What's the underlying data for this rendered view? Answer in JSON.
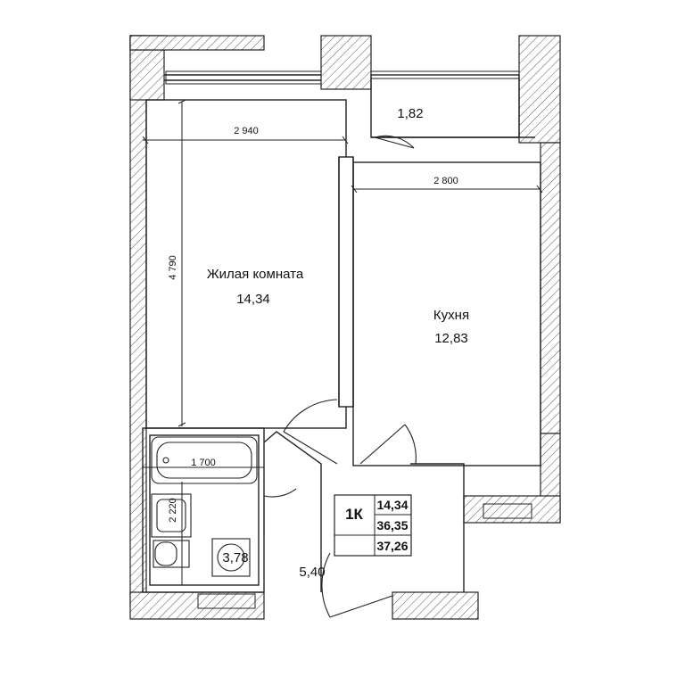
{
  "rooms": {
    "living": {
      "name": "Жилая комната",
      "area": "14,34"
    },
    "kitchen": {
      "name": "Кухня",
      "area": "12,83"
    },
    "balcony": {
      "area": "1,82"
    },
    "bathroom": {
      "area": "3,78"
    },
    "hallway": {
      "area": "5,40"
    }
  },
  "dimensions": {
    "living_width": "2 940",
    "living_length": "4 790",
    "kitchen_width": "2 800",
    "bath_width": "1 700",
    "bath_length": "2 220"
  },
  "summary": {
    "type": "1К",
    "living_area": "14,34",
    "area_without_balcony": "36,35",
    "total_area": "37,26"
  }
}
